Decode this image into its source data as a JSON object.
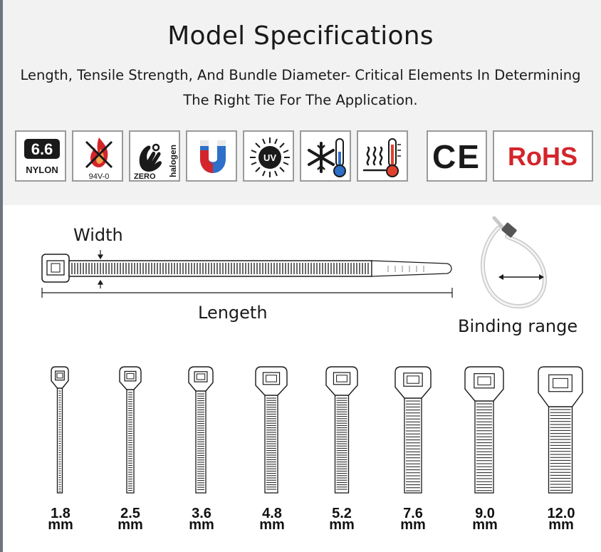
{
  "header": {
    "title": "Model Specifications",
    "subtitle_line1": "Length, Tensile Strength, And Bundle Diameter- Critical Elements In Determining",
    "subtitle_line2": "The Right Tie For The Application."
  },
  "badges": [
    {
      "icon": "nylon-6-6-icon",
      "text_main": "6.6",
      "text_sub": "NYLON"
    },
    {
      "icon": "flame-retardant-icon",
      "text_sub": "94V-0"
    },
    {
      "icon": "zero-halogen-icon",
      "text_sub": "ZERO",
      "text_side": "halogen"
    },
    {
      "icon": "magnet-icon"
    },
    {
      "icon": "uv-resistant-icon",
      "text_main": "UV"
    },
    {
      "icon": "cold-resistant-icon"
    },
    {
      "icon": "heat-resistant-icon"
    }
  ],
  "certifications": {
    "ce": "CE",
    "rohs": "RoHS",
    "rohs_color": "#d3252b"
  },
  "diagram": {
    "width_label": "Width",
    "length_label": "Lengeth",
    "binding_label": "Binding range"
  },
  "sizes": [
    {
      "value": "1.8",
      "unit": "mm"
    },
    {
      "value": "2.5",
      "unit": "mm"
    },
    {
      "value": "3.6",
      "unit": "mm"
    },
    {
      "value": "4.8",
      "unit": "mm"
    },
    {
      "value": "5.2",
      "unit": "mm"
    },
    {
      "value": "7.6",
      "unit": "mm"
    },
    {
      "value": "9.0",
      "unit": "mm"
    },
    {
      "value": "12.0",
      "unit": "mm"
    }
  ],
  "colors": {
    "panel_bg": "#f2f2f2",
    "badge_border": "#9a9a9a",
    "magnet_red": "#d3252b",
    "magnet_blue": "#2d6fc9",
    "thermo_red": "#e0412e"
  }
}
